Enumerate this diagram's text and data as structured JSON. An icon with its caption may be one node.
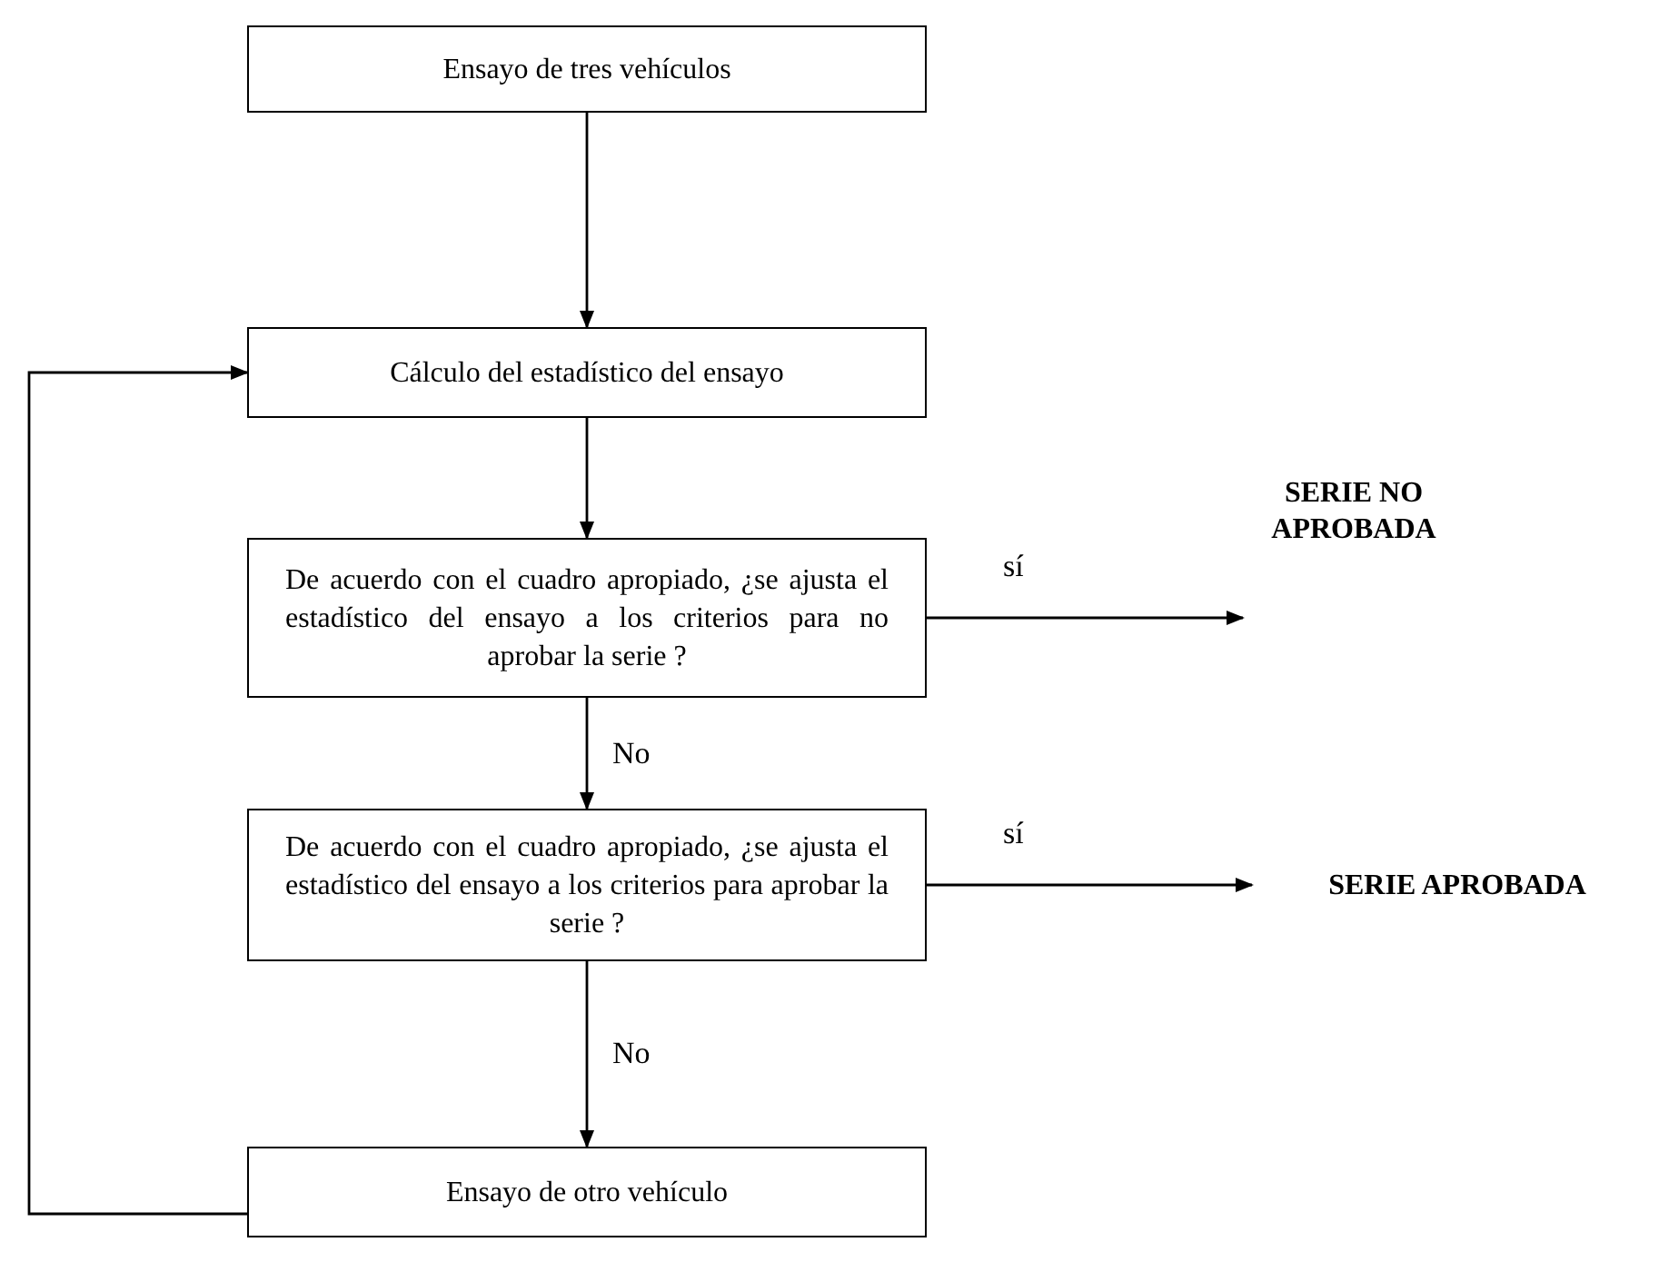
{
  "diagram": {
    "nodes": [
      {
        "text": [
          "Ensayo de tres vehículos"
        ]
      },
      {
        "text": [
          "Cálculo del estadístico del ensayo"
        ]
      },
      {
        "text": [
          "De acuerdo con el cuadro apropiado, ¿se ajusta el estadístico del ensayo a los criterios para no aprobar la serie ?"
        ]
      },
      {
        "text": [
          "De acuerdo con el cuadro apropiado, ¿se ajusta el estadístico del ensayo a los criterios para aprobar la serie ?"
        ]
      },
      {
        "text": [
          "Ensayo de otro vehículo"
        ]
      },
      {
        "text": [
          "SERIE NO APROBADA"
        ]
      },
      {
        "text": [
          "SERIE APROBADA"
        ]
      }
    ],
    "edges": [
      {
        "from": 0,
        "to": 1,
        "arrow": "to"
      },
      {
        "from": 1,
        "to": 2,
        "arrow": "to"
      },
      {
        "from": 2,
        "to": 5,
        "arrow": "to",
        "label": "sí"
      },
      {
        "from": 2,
        "to": 3,
        "arrow": "to",
        "label": "No"
      },
      {
        "from": 3,
        "to": 6,
        "arrow": "to",
        "label": "sí"
      },
      {
        "from": 3,
        "to": 4,
        "arrow": "to",
        "label": "No"
      },
      {
        "from": 4,
        "to": 1,
        "arrow": "to"
      }
    ]
  }
}
